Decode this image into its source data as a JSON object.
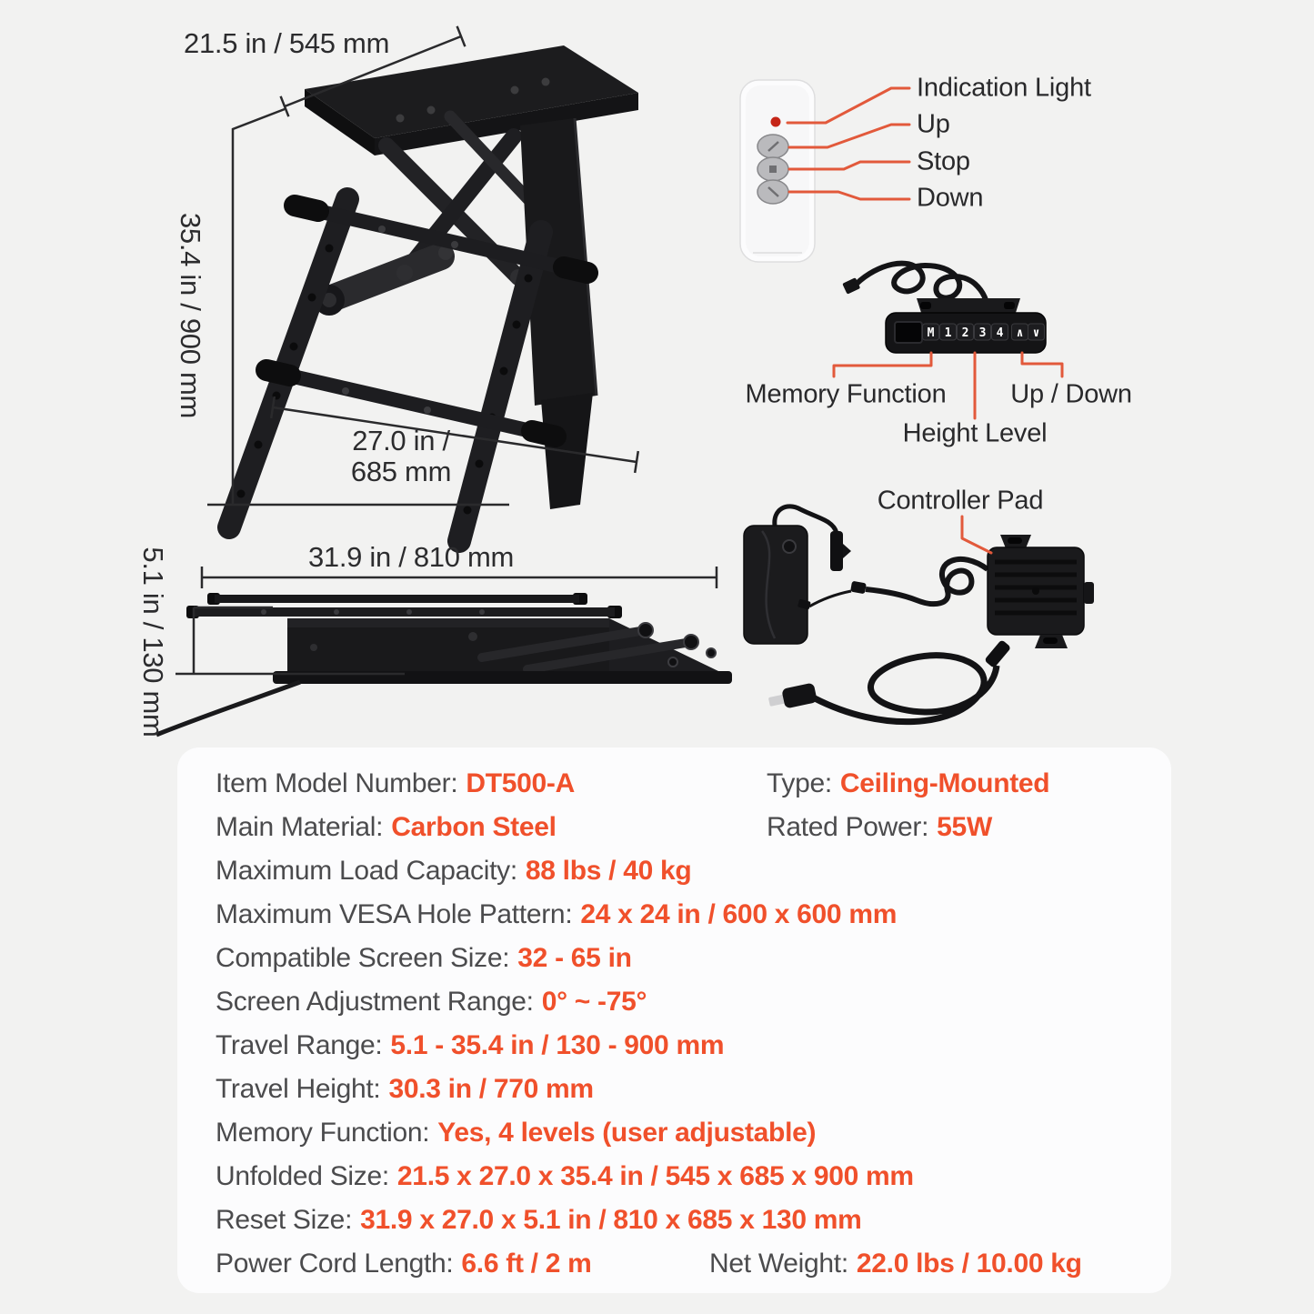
{
  "colors": {
    "accent_orange": "#F0502B",
    "callout_line_orange": "#E2593B",
    "background": "#F2F2F1",
    "panel": "#FCFCFD"
  },
  "unfolded_diagram": {
    "width_label": "21.5 in / 545 mm",
    "height_label": "35.4 in / 900 mm",
    "bracket_width_line1": "27.0 in /",
    "bracket_width_line2": "685 mm"
  },
  "folded_diagram": {
    "length_label": "31.9 in / 810 mm",
    "height_label": "5.1 in / 130 mm"
  },
  "remote_callouts": {
    "indication_light": "Indication Light",
    "up": "Up",
    "stop": "Stop",
    "down": "Down"
  },
  "keypad": {
    "buttons": [
      "M",
      "1",
      "2",
      "3",
      "4",
      "∧",
      "∨"
    ],
    "memory_label": "Memory Function",
    "height_level_label": "Height Level",
    "up_down_label": "Up / Down"
  },
  "controller_pad_label": "Controller Pad",
  "specs": {
    "rows": [
      {
        "label": "Item Model Number:",
        "value": "DT500-A",
        "label2": "Type:",
        "value2": "Ceiling-Mounted"
      },
      {
        "label": "Main Material:",
        "value": "Carbon Steel",
        "label2": "Rated Power:",
        "value2": "55W"
      },
      {
        "label": "Maximum Load Capacity:",
        "value": "88 lbs / 40 kg"
      },
      {
        "label": "Maximum VESA Hole Pattern:",
        "value": "24 x 24 in / 600 x 600 mm"
      },
      {
        "label": "Compatible Screen Size:",
        "value": "32 - 65 in"
      },
      {
        "label": "Screen Adjustment Range:",
        "value": "0° ~ -75°"
      },
      {
        "label": "Travel Range:",
        "value": "5.1 - 35.4 in / 130 - 900 mm"
      },
      {
        "label": "Travel Height:",
        "value": "30.3 in / 770 mm"
      },
      {
        "label": "Memory Function:",
        "value": "Yes, 4 levels (user adjustable)"
      },
      {
        "label": "Unfolded Size:",
        "value": "21.5 x 27.0 x 35.4 in / 545 x 685 x 900 mm"
      },
      {
        "label": "Reset Size:",
        "value": "31.9 x 27.0 x 5.1 in / 810 x 685 x 130 mm"
      },
      {
        "label": "Power Cord Length:",
        "value": "6.6 ft / 2 m",
        "label2": "Net Weight:",
        "value2": "22.0 lbs / 10.00 kg"
      }
    ]
  }
}
